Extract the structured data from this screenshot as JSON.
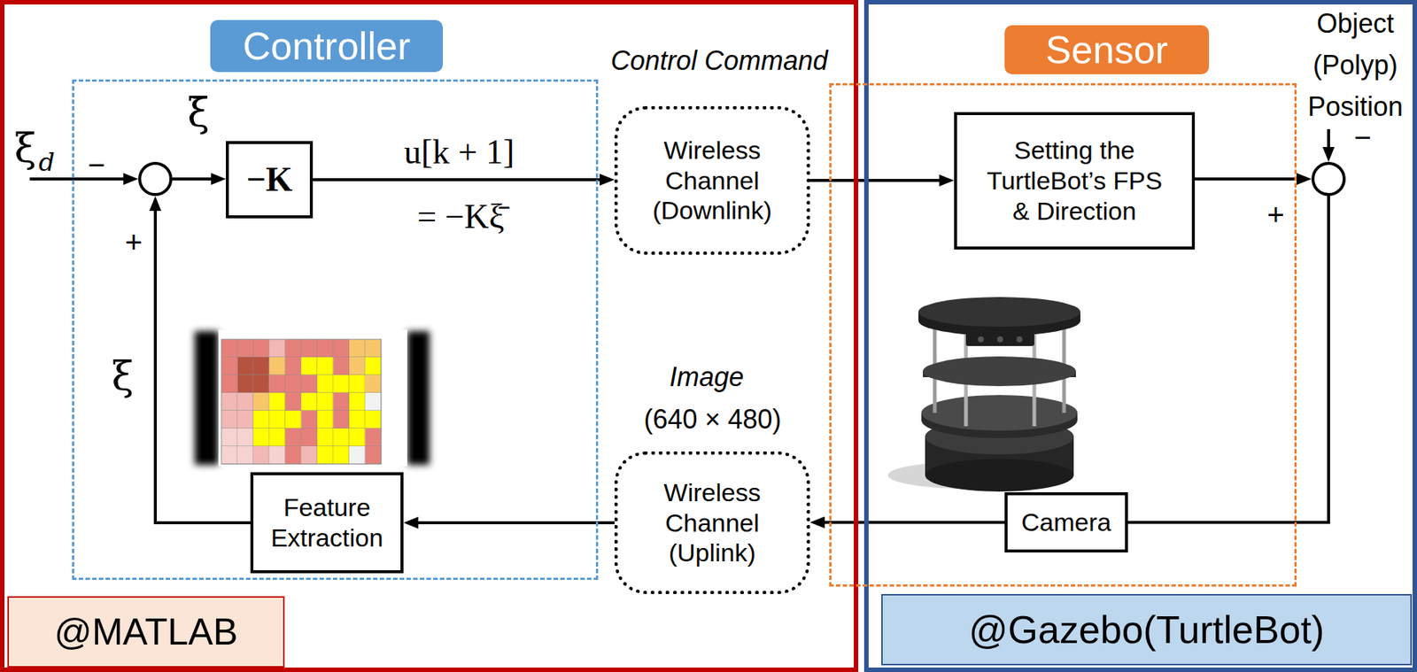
{
  "diagram": {
    "nodes": [
      {
        "text": [
          "@MATLAB"
        ]
      },
      {
        "text": [
          "Controller"
        ],
        "in": 0
      },
      {
        "text": [
          "−",
          "+"
        ],
        "in": 1
      },
      {
        "text": [
          "−K"
        ],
        "in": 1
      },
      {
        "text": [
          "Feature Extraction"
        ],
        "in": 1
      },
      {
        "text": [
          "Wireless Channel (Downlink)"
        ],
        "in": 0
      },
      {
        "text": [
          "Wireless Channel (Uplink)"
        ],
        "in": 0
      },
      {
        "text": [
          "@Gazebo(TurtleBot)"
        ]
      },
      {
        "text": [
          "Sensor"
        ]
      },
      {
        "text": [
          "Setting the TurtleBot’s FPS & Direction"
        ],
        "in": 8
      },
      {
        "text": [
          "Camera"
        ],
        "in": 8
      },
      {
        "text": [
          "−",
          "+"
        ],
        "in": 7
      }
    ],
    "edges": [
      {
        "from": 2,
        "to": 3,
        "arrow": "to"
      },
      {
        "from": 3,
        "to": 5,
        "label": "u[k + 1]",
        "arrow": "to"
      },
      {
        "from": 5,
        "to": 9,
        "arrow": "to"
      },
      {
        "from": 9,
        "to": 11,
        "arrow": "to"
      },
      {
        "from": 11,
        "to": 10,
        "arrow": "none"
      },
      {
        "from": 10,
        "to": 6,
        "arrow": "to"
      },
      {
        "from": 6,
        "to": 4,
        "arrow": "to"
      },
      {
        "from": 4,
        "to": 2,
        "arrow": "to"
      }
    ],
    "labels": [
      "Control Command",
      "Image",
      "(640 × 480)",
      "Object (Polyp) Position",
      "ξ",
      "d",
      "ξ̄",
      "ξ",
      "= −Kξ̄"
    ]
  }
}
